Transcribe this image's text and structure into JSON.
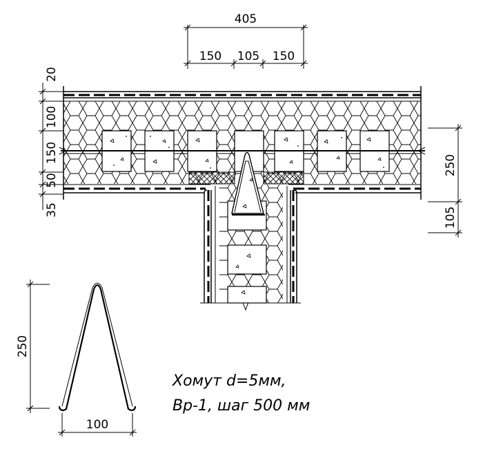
{
  "dimensions": {
    "top_total": "405",
    "top_left": "150",
    "top_mid": "105",
    "top_right": "150",
    "left_1": "20",
    "left_2": "100",
    "left_3": "150",
    "left_4": "50",
    "left_5": "35",
    "right_1": "250",
    "right_2": "105",
    "clamp_height": "250",
    "clamp_width": "100"
  },
  "note": {
    "line1": "Хомут d=5мм,",
    "line2": "Вр-1,  шаг  500  мм"
  }
}
